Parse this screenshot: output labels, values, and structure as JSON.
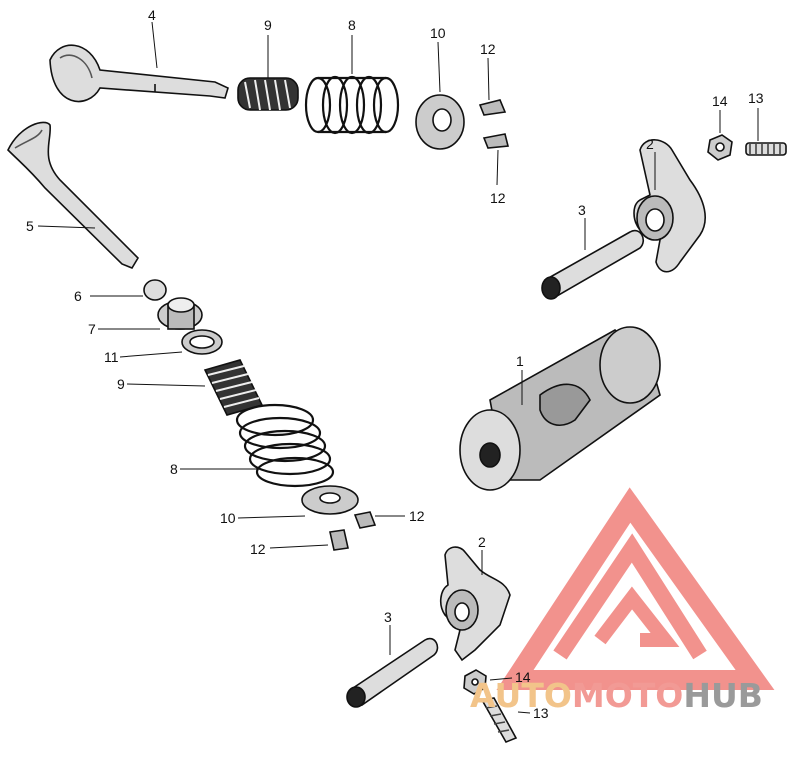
{
  "callouts": {
    "c1": "1",
    "c2a": "2",
    "c2b": "2",
    "c3a": "3",
    "c3b": "3",
    "c4": "4",
    "c5": "5",
    "c6": "6",
    "c7": "7",
    "c8a": "8",
    "c8b": "8",
    "c9a": "9",
    "c9b": "9",
    "c10a": "10",
    "c10b": "10",
    "c11": "11",
    "c12a": "12",
    "c12b": "12",
    "c12c": "12",
    "c12d": "12",
    "c13a": "13",
    "c13b": "13",
    "c14a": "14",
    "c14b": "14"
  },
  "watermark": {
    "part1": "AUTO",
    "part2": "MOTO",
    "part3": "HUB",
    "color1": "#f2c48a",
    "color2": "#f29a95",
    "color3": "#9a9a9a",
    "logo_color": "#f07f7a"
  },
  "colors": {
    "ink": "#111111"
  }
}
